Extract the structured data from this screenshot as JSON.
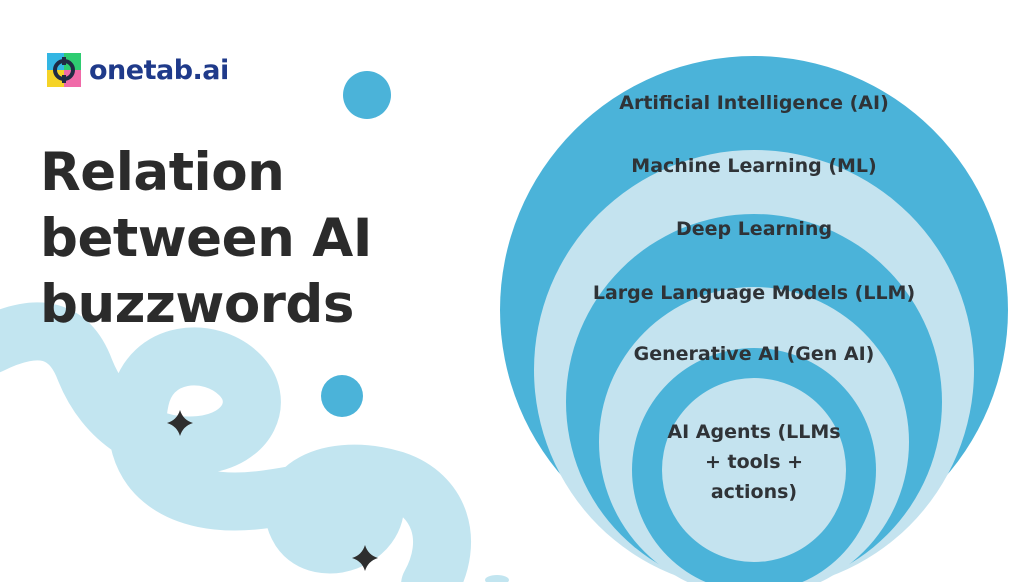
{
  "brand": {
    "name": "onetab.ai"
  },
  "title": {
    "lines": [
      "Relation",
      "between AI",
      "buzzwords"
    ]
  },
  "diagram": {
    "rings": [
      {
        "label": "Artificial Intelligence (AI)"
      },
      {
        "label": "Machine Learning (ML)"
      },
      {
        "label": "Deep Learning"
      },
      {
        "label": "Large Language Models (LLM)"
      },
      {
        "label": "Generative AI (Gen AI)"
      }
    ],
    "core": {
      "lines": [
        "AI Agents (LLMs",
        "+ tools +",
        "actions)"
      ]
    }
  },
  "colors": {
    "ring_dark": "#4bb3d9",
    "ring_light": "#c4e3ef",
    "decor_light": "#c2e5f0",
    "decor_dot": "#4bb3d9",
    "sparkle": "#2e2e2e",
    "title_text": "#2b2b2b",
    "brand_text": "#1f3a8a"
  }
}
